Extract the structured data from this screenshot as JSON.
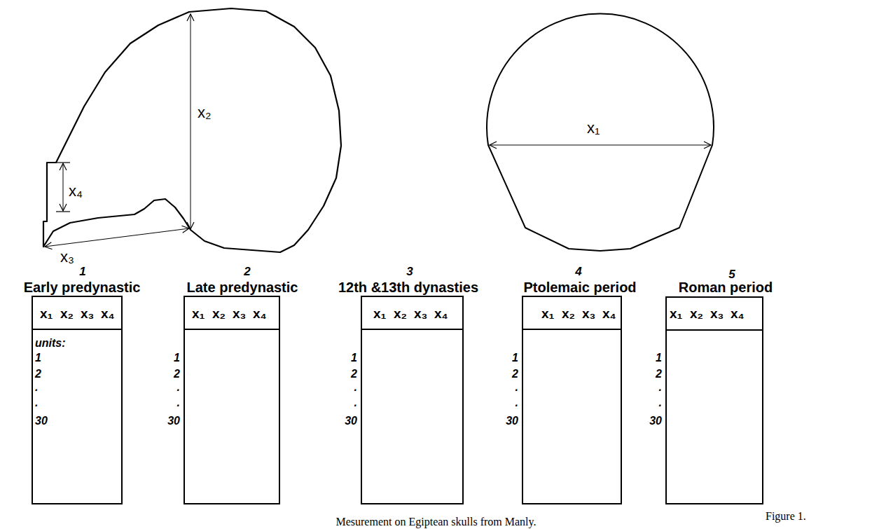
{
  "diagram": {
    "caption": "Mesurement on Egiptean skulls from Manly.",
    "nodes": [
      {
        "text": [
          "1",
          "Early predynastic",
          "x₁",
          "x₂",
          "x₃",
          "x₄",
          "units:",
          "1",
          "2",
          ".",
          ".",
          "30"
        ]
      },
      {
        "text": [
          "2",
          "Late predynastic",
          "x₁",
          "x₂",
          "x₃",
          "x₄",
          "1",
          "2",
          ".",
          ".",
          "30"
        ]
      },
      {
        "text": [
          "3",
          "12th &13th dynasties",
          "x₁",
          "x₂",
          "x₃",
          "x₄",
          "1",
          "2",
          ".",
          ".",
          "30"
        ]
      },
      {
        "text": [
          "4",
          "Ptolemaic period",
          "x₁",
          "x₂",
          "x₃",
          "x₄",
          "1",
          "2",
          ".",
          ".",
          "30"
        ]
      },
      {
        "text": [
          "5",
          "Roman period",
          "x₁",
          "x₂",
          "x₃",
          "x₄",
          "1",
          "2",
          ".",
          ".",
          "30"
        ]
      }
    ],
    "labels": [
      "x₂",
      "x₄",
      "x₃",
      "x₁",
      "Figure 1."
    ]
  }
}
